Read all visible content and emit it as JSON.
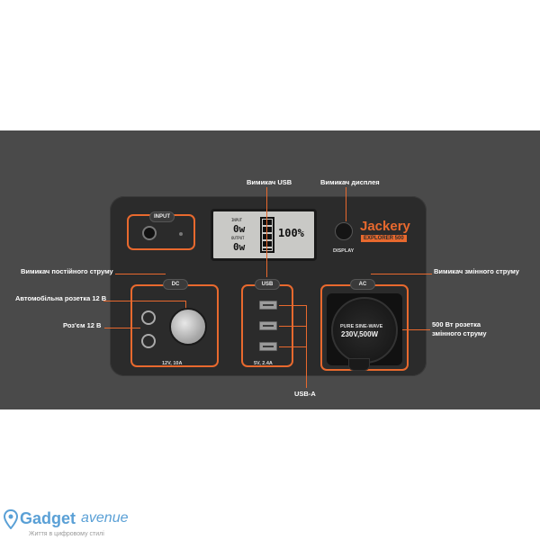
{
  "labels": {
    "usb_switch": "Вимикач USB",
    "display_switch": "Вимикач дисплея",
    "dc_switch": "Вимикач постійного струму",
    "ac_switch": "Вимикач змінного струму",
    "car_socket": "Автомобільна розетка 12 В",
    "connector": "Роз'єм 12 В",
    "ac_outlet_line1": "500 Вт розетка",
    "ac_outlet_line2": "змінного струму",
    "usb_a": "USB-A"
  },
  "device": {
    "input_label": "INPUT",
    "display_label": "DISPLAY",
    "brand": "Jackery",
    "model": "EXPLORER 500",
    "dc_tag": "DC",
    "usb_tag": "USB",
    "ac_tag": "AC",
    "dc_rating": "12V, 10A",
    "usb_rating": "5V, 2.4A",
    "ac_badge_line1": "PURE SINE-WAVE",
    "ac_badge_line2": "230V,500W"
  },
  "lcd": {
    "input_label": "INPUT",
    "output_label": "OUTPUT",
    "input_value": "0w",
    "output_value": "0w",
    "battery_percent": "100%",
    "battery_level": 1.0
  },
  "footer": {
    "brand_bold": "Gadget",
    "brand_light": "avenue",
    "tagline": "Життя в цифровому стилі"
  },
  "colors": {
    "accent": "#e8692e",
    "panel": "#2b2b2b",
    "background_band": "#4a4a4a",
    "logo_blue": "#5aa0d6"
  }
}
